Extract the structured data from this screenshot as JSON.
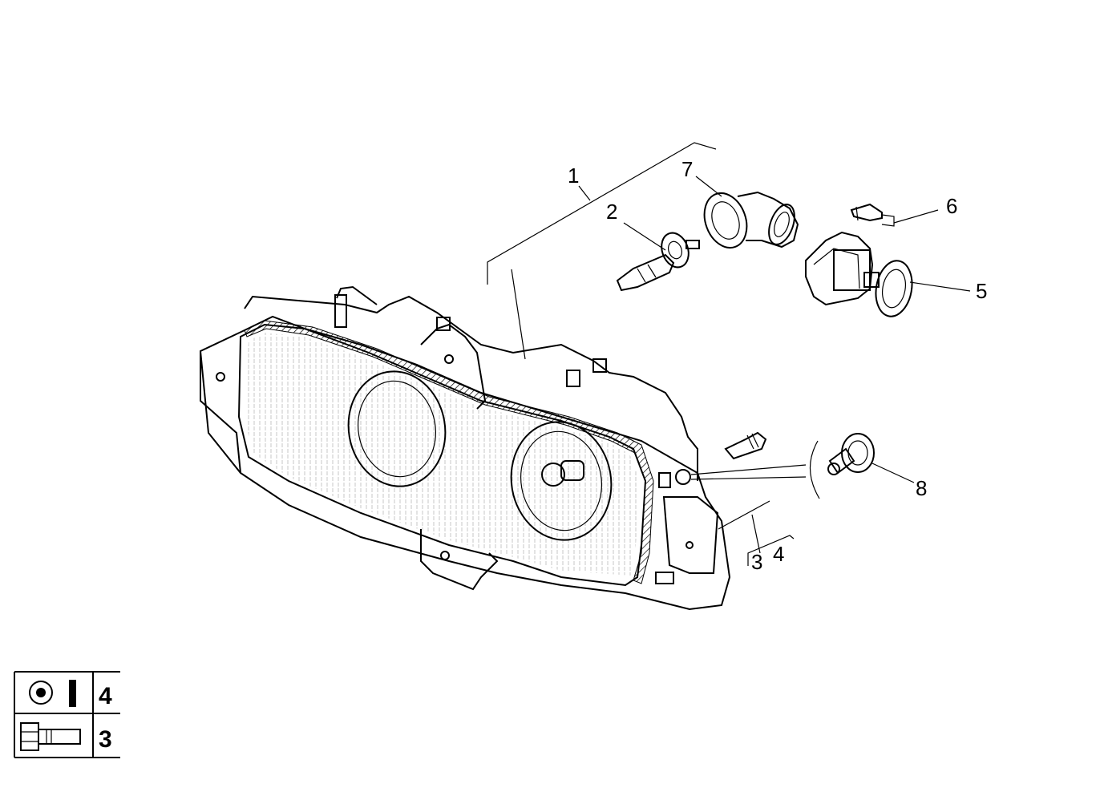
{
  "callouts": {
    "c1": "1",
    "c2": "2",
    "c3": "3",
    "c4": "4",
    "c5": "5",
    "c6": "6",
    "c7": "7",
    "c8": "8"
  },
  "legend": {
    "rows": [
      {
        "icon": "washer-nut-icon",
        "value": "4"
      },
      {
        "icon": "bolt-icon",
        "value": "3"
      }
    ]
  },
  "colors": {
    "ink": "#000000",
    "paper": "#ffffff"
  }
}
